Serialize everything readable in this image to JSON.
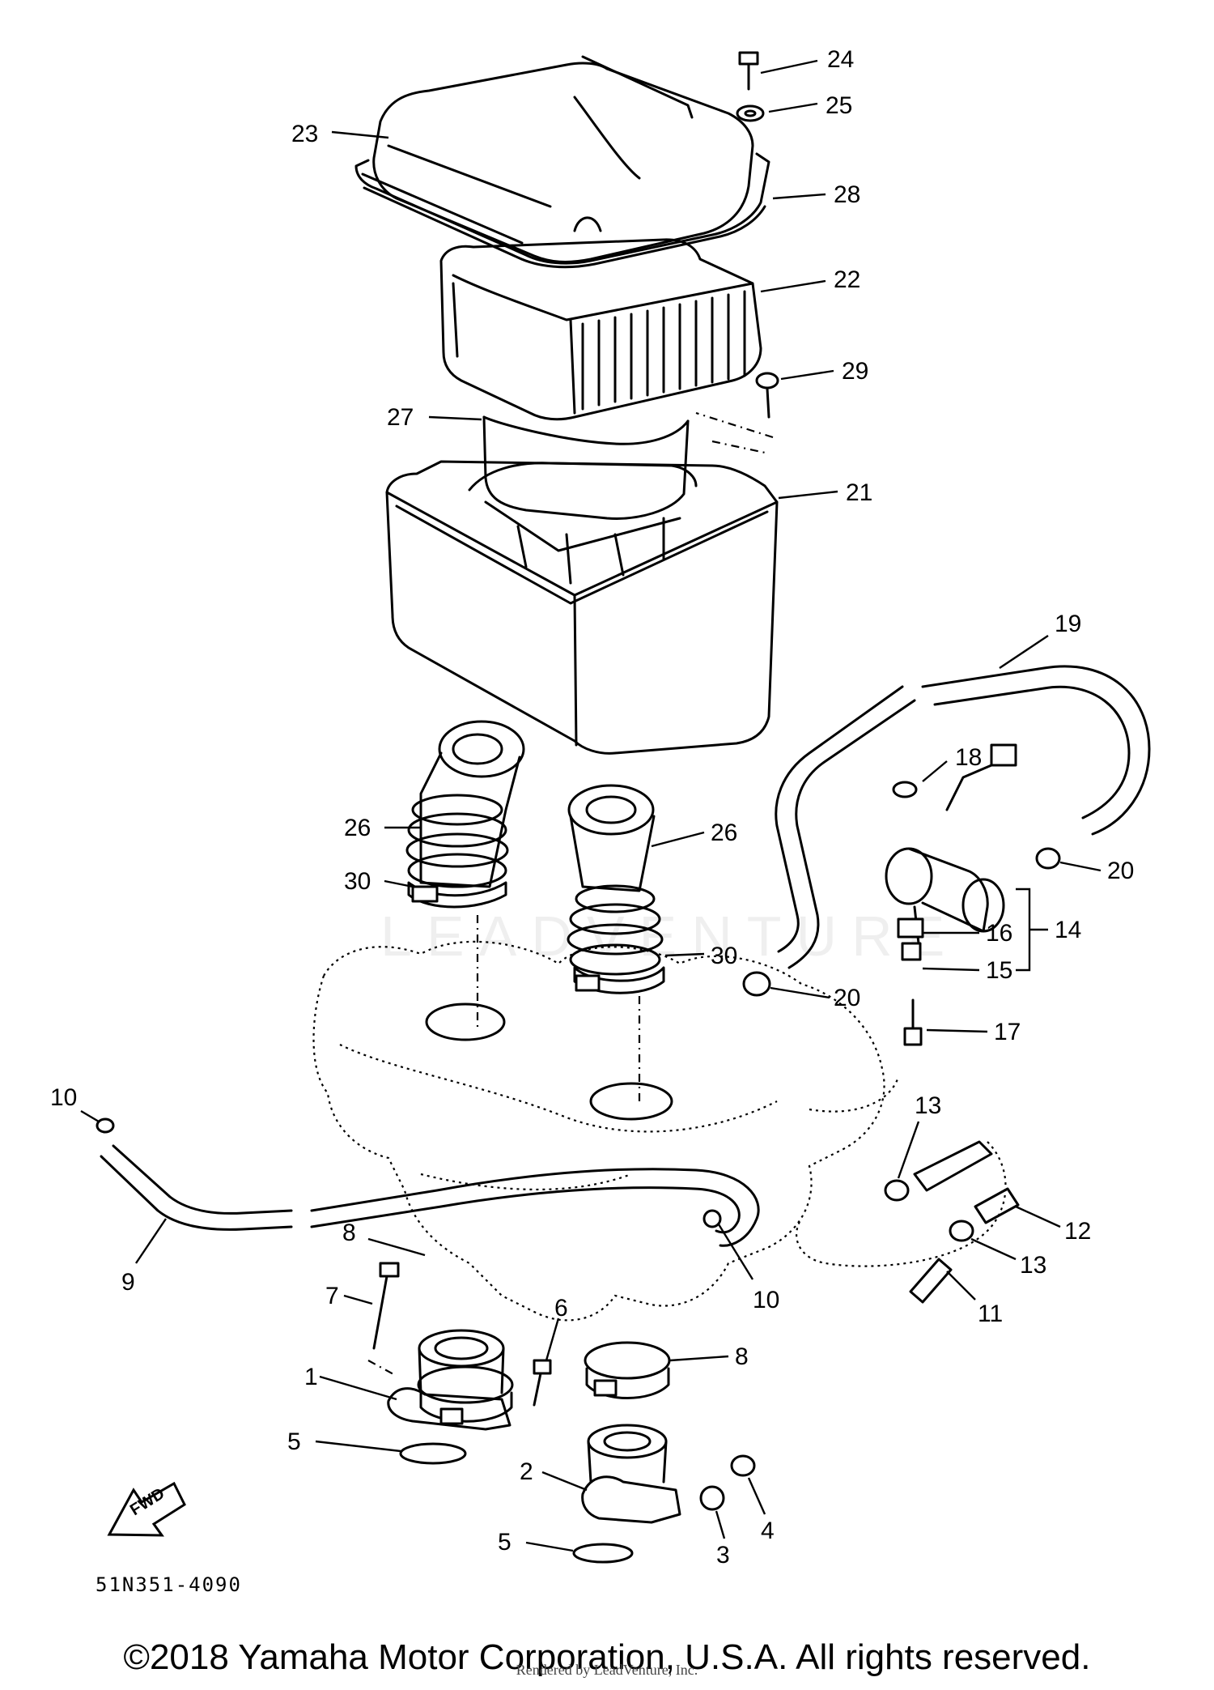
{
  "diagram_code": "51N351-4090",
  "forward_label": "FWD",
  "watermark_text": "LEADVENTURE",
  "copyright": "©2018 Yamaha Motor Corporation, U.S.A. All rights reserved.",
  "rendered_by": "Rendered by LeadVenture, Inc.",
  "callouts": [
    {
      "id": "c24",
      "label": "24"
    },
    {
      "id": "c25",
      "label": "25"
    },
    {
      "id": "c23",
      "label": "23"
    },
    {
      "id": "c28",
      "label": "28"
    },
    {
      "id": "c22",
      "label": "22"
    },
    {
      "id": "c29",
      "label": "29"
    },
    {
      "id": "c27",
      "label": "27"
    },
    {
      "id": "c21",
      "label": "21"
    },
    {
      "id": "c19",
      "label": "19"
    },
    {
      "id": "c18",
      "label": "18"
    },
    {
      "id": "c20a",
      "label": "20"
    },
    {
      "id": "c26a",
      "label": "26"
    },
    {
      "id": "c30a",
      "label": "30"
    },
    {
      "id": "c26b",
      "label": "26"
    },
    {
      "id": "c30b",
      "label": "30"
    },
    {
      "id": "c16",
      "label": "16"
    },
    {
      "id": "c14",
      "label": "14"
    },
    {
      "id": "c15",
      "label": "15"
    },
    {
      "id": "c20b",
      "label": "20"
    },
    {
      "id": "c17",
      "label": "17"
    },
    {
      "id": "c10a",
      "label": "10"
    },
    {
      "id": "c13a",
      "label": "13"
    },
    {
      "id": "c12",
      "label": "12"
    },
    {
      "id": "c13b",
      "label": "13"
    },
    {
      "id": "c8a",
      "label": "8"
    },
    {
      "id": "c9",
      "label": "9"
    },
    {
      "id": "c10b",
      "label": "10"
    },
    {
      "id": "c11",
      "label": "11"
    },
    {
      "id": "c7",
      "label": "7"
    },
    {
      "id": "c6",
      "label": "6"
    },
    {
      "id": "c8b",
      "label": "8"
    },
    {
      "id": "c1",
      "label": "1"
    },
    {
      "id": "c5a",
      "label": "5"
    },
    {
      "id": "c2",
      "label": "2"
    },
    {
      "id": "c4",
      "label": "4"
    },
    {
      "id": "c3",
      "label": "3"
    },
    {
      "id": "c5b",
      "label": "5"
    }
  ]
}
